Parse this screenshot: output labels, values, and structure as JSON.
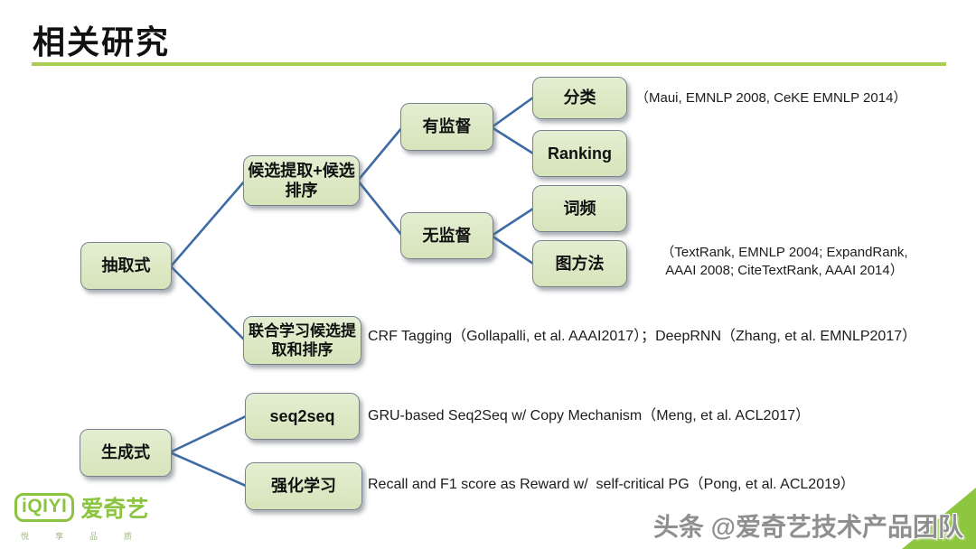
{
  "slide": {
    "title": "相关研究",
    "colors": {
      "underline_green": "#a9cc52",
      "node_fill": "#d7e4ba",
      "node_border": "#77848f",
      "connector_blue": "#3e6ba5",
      "brand_green": "#8bc540",
      "corner_triangle_green": "#8dc63f",
      "watermark_gray": "#8f8f8f"
    }
  },
  "diagram": {
    "nodes": [
      {
        "id": "extractive",
        "label": "抽取式"
      },
      {
        "id": "candidate-extract-rank",
        "label": "候选提取+候选\n排序"
      },
      {
        "id": "supervised",
        "label": "有监督"
      },
      {
        "id": "unsupervised",
        "label": "无监督"
      },
      {
        "id": "classification",
        "label": "分类"
      },
      {
        "id": "ranking",
        "label": "Ranking"
      },
      {
        "id": "term-frequency",
        "label": "词频"
      },
      {
        "id": "graph-method",
        "label": "图方法"
      },
      {
        "id": "joint-learning",
        "label": "联合学习候选提\n取和排序"
      },
      {
        "id": "generative",
        "label": "生成式"
      },
      {
        "id": "seq2seq",
        "label": "seq2seq"
      },
      {
        "id": "reinforcement-learning",
        "label": "强化学习"
      }
    ],
    "annotations": [
      {
        "id": "classification-refs",
        "text": "（Maui, EMNLP 2008, CeKE EMNLP 2014）"
      },
      {
        "id": "graph-method-refs",
        "text": "（TextRank, EMNLP 2004; ExpandRank,\nAAAI 2008; CiteTextRank, AAAI 2014）"
      },
      {
        "id": "joint-learning-refs",
        "text": "CRF Tagging（Gollapalli, et al. AAAI2017）；DeepRNN（Zhang, et al. EMNLP2017）"
      },
      {
        "id": "seq2seq-refs",
        "text": "GRU-based Seq2Seq w/ Copy Mechanism（Meng, et al. ACL2017）"
      },
      {
        "id": "reinforcement-refs",
        "text": "Recall and F1 score as Reward w/  self-critical PG（Pong, et al. ACL2019）"
      }
    ]
  },
  "footer": {
    "logo_mark": "iQIYI",
    "logo_name": "爱奇艺",
    "logo_tagline": "悦享品质",
    "watermark": "头条 @爱奇艺技术产品团队"
  }
}
